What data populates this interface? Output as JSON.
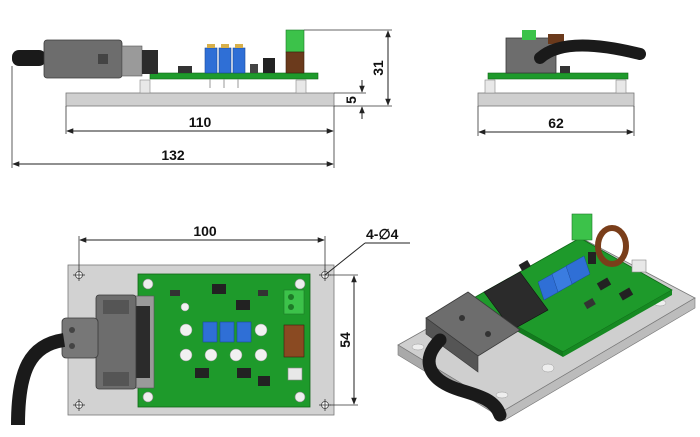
{
  "dimensions": {
    "side_top_height": "31",
    "side_base_thickness": "5",
    "base_length": "110",
    "overall_length": "132",
    "end_base_width": "62",
    "hole_spacing_length": "100",
    "hole_spacing_width": "54",
    "hole_callout": "4-∅4"
  },
  "colors": {
    "pcb": "#1e9a2b",
    "pcb_dark": "#137a1e",
    "base_plate": "#c8c8c8",
    "connector": "#6d6d6d",
    "trimmer": "#2f6fd6",
    "terminal": "#3cc24a",
    "cable": "#1a1a1a"
  }
}
